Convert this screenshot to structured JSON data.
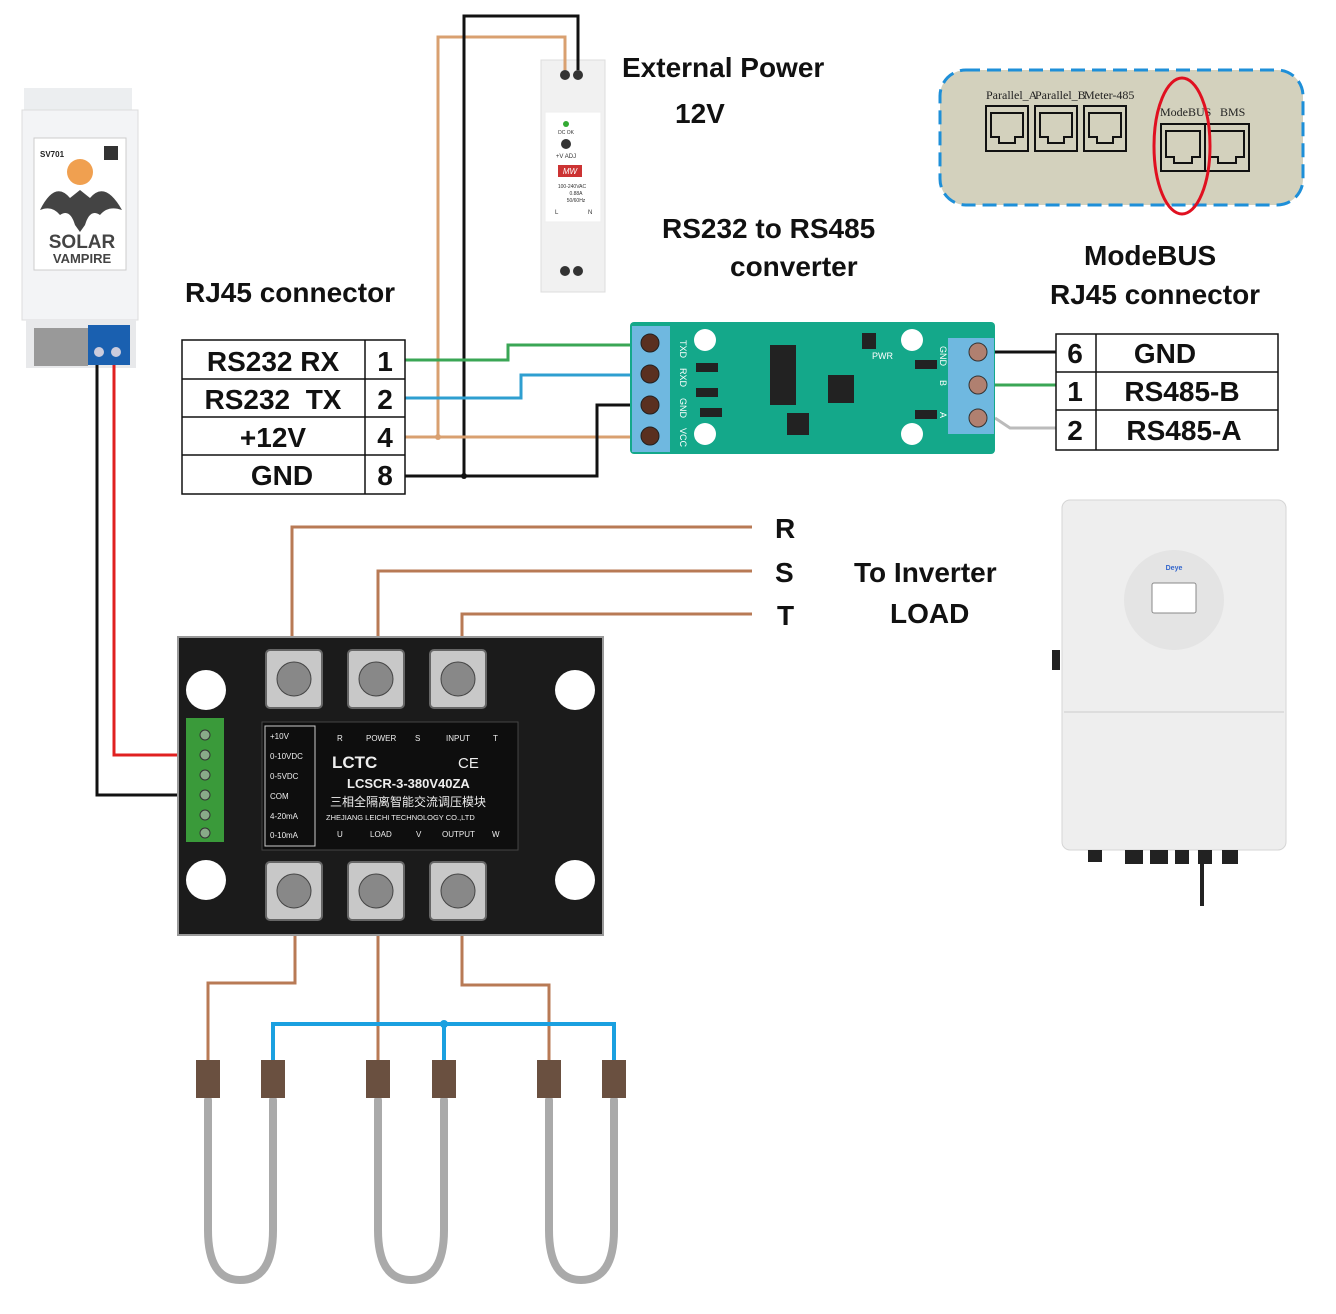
{
  "labels": {
    "external_power": "External Power",
    "voltage": "12V",
    "converter_title_1": "RS232 to RS485",
    "converter_title_2": "converter",
    "rj45_left": "RJ45 connector",
    "modbus_title_1": "ModeBUS",
    "modbus_title_2": "RJ45 connector",
    "phase_r": "R",
    "phase_s": "S",
    "phase_t": "T",
    "to_inverter_1": "To Inverter",
    "to_inverter_2": "LOAD"
  },
  "left_table": [
    {
      "signal": "RS232 RX",
      "pin": "1"
    },
    {
      "signal": "RS232  TX",
      "pin": "2"
    },
    {
      "signal": "+12V",
      "pin": "4"
    },
    {
      "signal": "GND",
      "pin": "8"
    }
  ],
  "right_table": [
    {
      "pin": "6",
      "signal": "GND"
    },
    {
      "pin": "1",
      "signal": "RS485-B"
    },
    {
      "pin": "2",
      "signal": "RS485-A"
    }
  ],
  "inverter_ports": [
    "Parallel_A",
    "Parallel_B",
    "Meter-485",
    "ModeBUS",
    "BMS"
  ],
  "controller": {
    "model": "SV701",
    "brand_1": "SOLAR",
    "brand_2": "VAMPIRE"
  },
  "psu": {
    "dc_ok": "DC OK",
    "adj": "+V ADJ",
    "brand": "MW",
    "rating_1": "100-240VAC",
    "rating_2": "0.88A",
    "rating_3": "50/60Hz",
    "l": "L",
    "n": "N"
  },
  "converter_pins_left": [
    "TXD",
    "RXD",
    "GND",
    "VCC"
  ],
  "converter_pins_right": [
    "GND",
    "B",
    "A"
  ],
  "converter_marks": {
    "pwr": "PWR"
  },
  "ssr": {
    "inputs": [
      "+10V",
      "0-10VDC",
      "0-5VDC",
      "COM",
      "4-20mA",
      "0-10mA"
    ],
    "top_row": [
      "R",
      "POWER",
      "S",
      "INPUT",
      "T"
    ],
    "bottom_row": [
      "U",
      "LOAD",
      "V",
      "OUTPUT",
      "W"
    ],
    "brand": "LCTC",
    "ce": "CE",
    "model": "LCSCR-3-380V40ZA",
    "chinese": "三相全隔离智能交流调压模块",
    "company": "ZHEJIANG LEICHI TECHNOLOGY CO.,LTD"
  },
  "inverter_brand": "Deye",
  "colors": {
    "wire_green": "#3aa655",
    "wire_blue": "#2f9fd0",
    "wire_orange": "#d9a070",
    "wire_black": "#111111",
    "wire_red": "#e02020",
    "wire_brown": "#b87a55",
    "wire_gray": "#bbbbbb",
    "heater_bus": "#1aa0e0",
    "highlight_red": "#e01020",
    "port_panel_border": "#1e8fd8",
    "port_panel_bg": "#d3d1bd",
    "pcb_green": "#14a88a"
  }
}
